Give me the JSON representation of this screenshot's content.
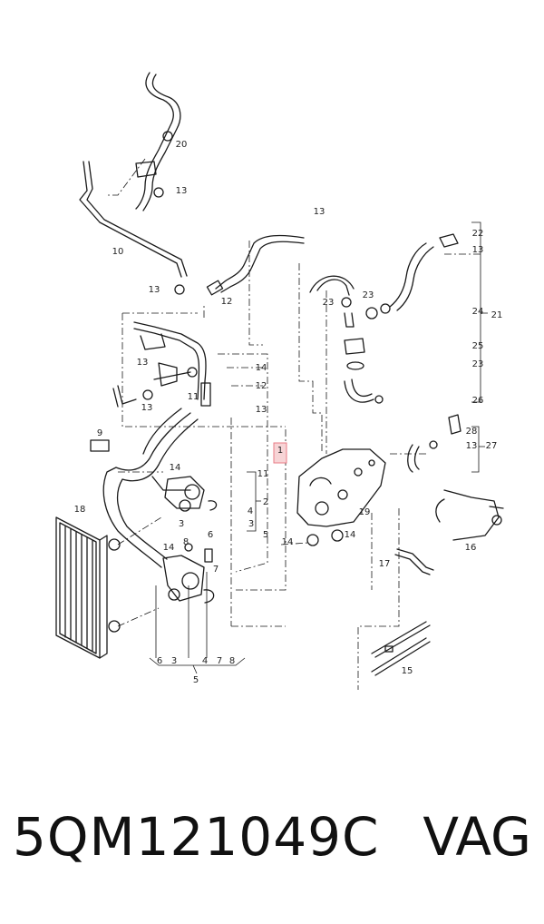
{
  "callouts": [
    {
      "id": "20",
      "label": "20"
    },
    {
      "id": "13a",
      "label": "13"
    },
    {
      "id": "10",
      "label": "10"
    },
    {
      "id": "13b",
      "label": "13"
    },
    {
      "id": "13c",
      "label": "13"
    },
    {
      "id": "22",
      "label": "22"
    },
    {
      "id": "13d",
      "label": "13"
    },
    {
      "id": "12a",
      "label": "12"
    },
    {
      "id": "23a",
      "label": "23"
    },
    {
      "id": "23b",
      "label": "23"
    },
    {
      "id": "24",
      "label": "24"
    },
    {
      "id": "21",
      "label": "21"
    },
    {
      "id": "25",
      "label": "25"
    },
    {
      "id": "23c",
      "label": "23"
    },
    {
      "id": "26",
      "label": "26"
    },
    {
      "id": "13e",
      "label": "13"
    },
    {
      "id": "14a",
      "label": "14"
    },
    {
      "id": "11a",
      "label": "11"
    },
    {
      "id": "12b",
      "label": "12"
    },
    {
      "id": "13f",
      "label": "13"
    },
    {
      "id": "13g",
      "label": "13"
    },
    {
      "id": "1",
      "label": "1"
    },
    {
      "id": "9",
      "label": "9"
    },
    {
      "id": "28",
      "label": "28"
    },
    {
      "id": "13h",
      "label": "13"
    },
    {
      "id": "27",
      "label": "27"
    },
    {
      "id": "14b",
      "label": "14"
    },
    {
      "id": "11b",
      "label": "11"
    },
    {
      "id": "4a",
      "label": "4"
    },
    {
      "id": "2",
      "label": "2"
    },
    {
      "id": "3a",
      "label": "3"
    },
    {
      "id": "3b",
      "label": "3"
    },
    {
      "id": "5a",
      "label": "5"
    },
    {
      "id": "19",
      "label": "19"
    },
    {
      "id": "18",
      "label": "18"
    },
    {
      "id": "6a",
      "label": "6"
    },
    {
      "id": "8a",
      "label": "8"
    },
    {
      "id": "14c",
      "label": "14"
    },
    {
      "id": "14d",
      "label": "14"
    },
    {
      "id": "14e",
      "label": "14"
    },
    {
      "id": "7a",
      "label": "7"
    },
    {
      "id": "16",
      "label": "16"
    },
    {
      "id": "17",
      "label": "17"
    },
    {
      "id": "15",
      "label": "15"
    },
    {
      "id": "6b",
      "label": "6"
    },
    {
      "id": "3c",
      "label": "3"
    },
    {
      "id": "4b",
      "label": "4"
    },
    {
      "id": "7b",
      "label": "7"
    },
    {
      "id": "8b",
      "label": "8"
    },
    {
      "id": "5b",
      "label": "5"
    }
  ],
  "footer": {
    "part_number": "5QM121049C",
    "brand": "VAG"
  },
  "colors": {
    "line": "#1a1a1a",
    "highlight_fill": "#f7d4d6",
    "highlight_stroke": "#e87b86"
  }
}
